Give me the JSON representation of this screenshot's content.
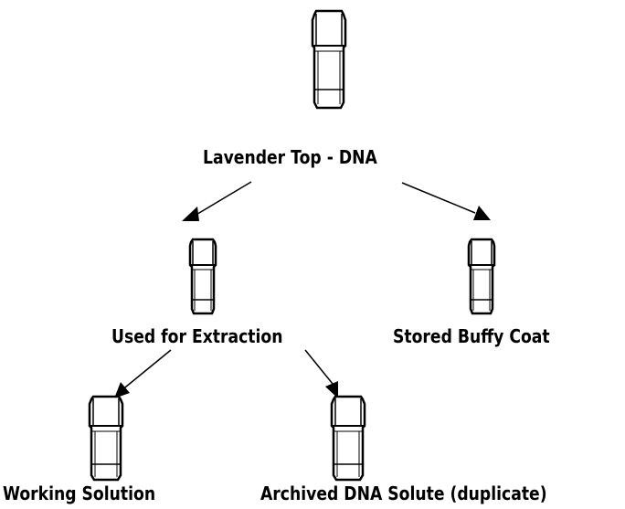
{
  "diagram": {
    "nodes": [
      {
        "id": "root",
        "label": "Lavender Top - DNA",
        "icon": "tube-icon"
      },
      {
        "id": "extraction",
        "label": "Used for Extraction",
        "icon": "tube-icon"
      },
      {
        "id": "buffy",
        "label": "Stored Buffy Coat",
        "icon": "tube-icon"
      },
      {
        "id": "working",
        "label": "Working Solution",
        "icon": "tube-icon"
      },
      {
        "id": "archived",
        "label": "Archived DNA Solute (duplicate)",
        "icon": "tube-icon"
      }
    ],
    "edges": [
      {
        "from": "root",
        "to": "extraction"
      },
      {
        "from": "root",
        "to": "buffy"
      },
      {
        "from": "extraction",
        "to": "working"
      },
      {
        "from": "extraction",
        "to": "archived"
      }
    ],
    "colors": {
      "stroke": "#000000",
      "background": "#ffffff",
      "tube_fill": "#ffffff"
    }
  }
}
